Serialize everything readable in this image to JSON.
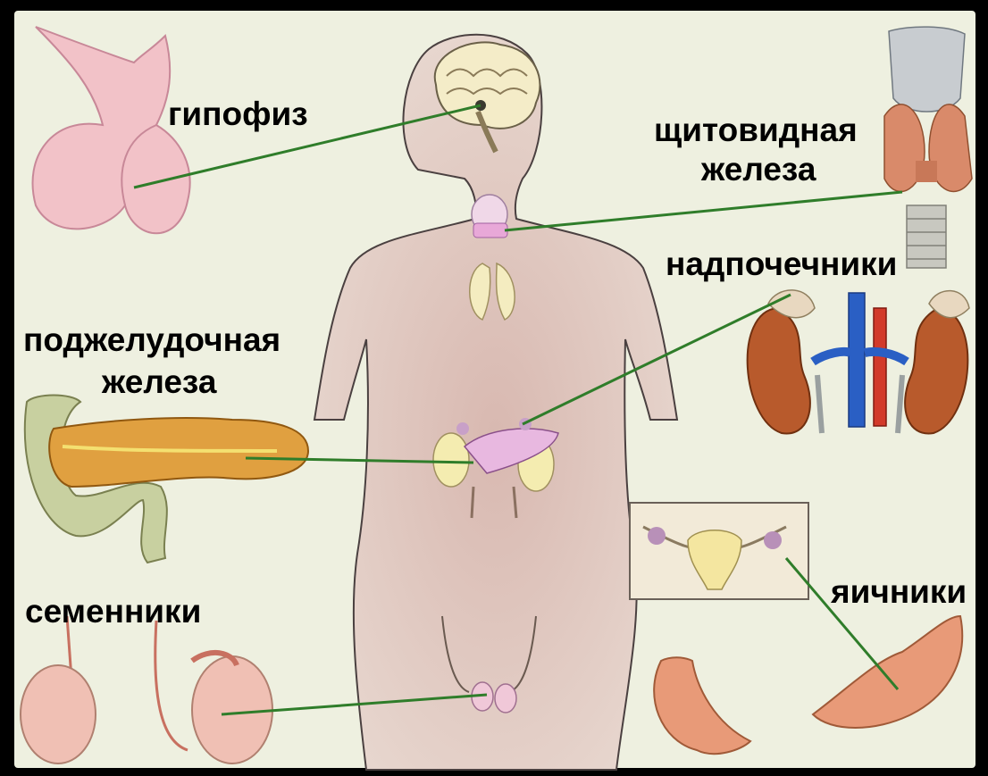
{
  "labels": {
    "pituitary": "гипофиз",
    "thyroid_line1": "щитовидная",
    "thyroid_line2": "железа",
    "adrenals": "надпочечники",
    "pancreas_line1": "поджелудочная",
    "pancreas_line2": "железа",
    "testes": "семенники",
    "ovaries": "яичники"
  },
  "colors": {
    "background": "#eef0e0",
    "frame": "#000000",
    "body": "#e6d4cc",
    "leader_line": "#2f7d2a",
    "pituitary": "#f2c2c8",
    "thyroid": "#d98a6a",
    "adrenal_cap": "#e8d8c0",
    "kidney": "#b85a2c",
    "vein": "#2a5fc4",
    "artery": "#d23a2a",
    "pancreas": "#e0a040",
    "duodenum": "#c8d0a0",
    "ovary": "#e89a78",
    "testis": "#f0c0b4",
    "uterus": "#f4e6a0"
  }
}
